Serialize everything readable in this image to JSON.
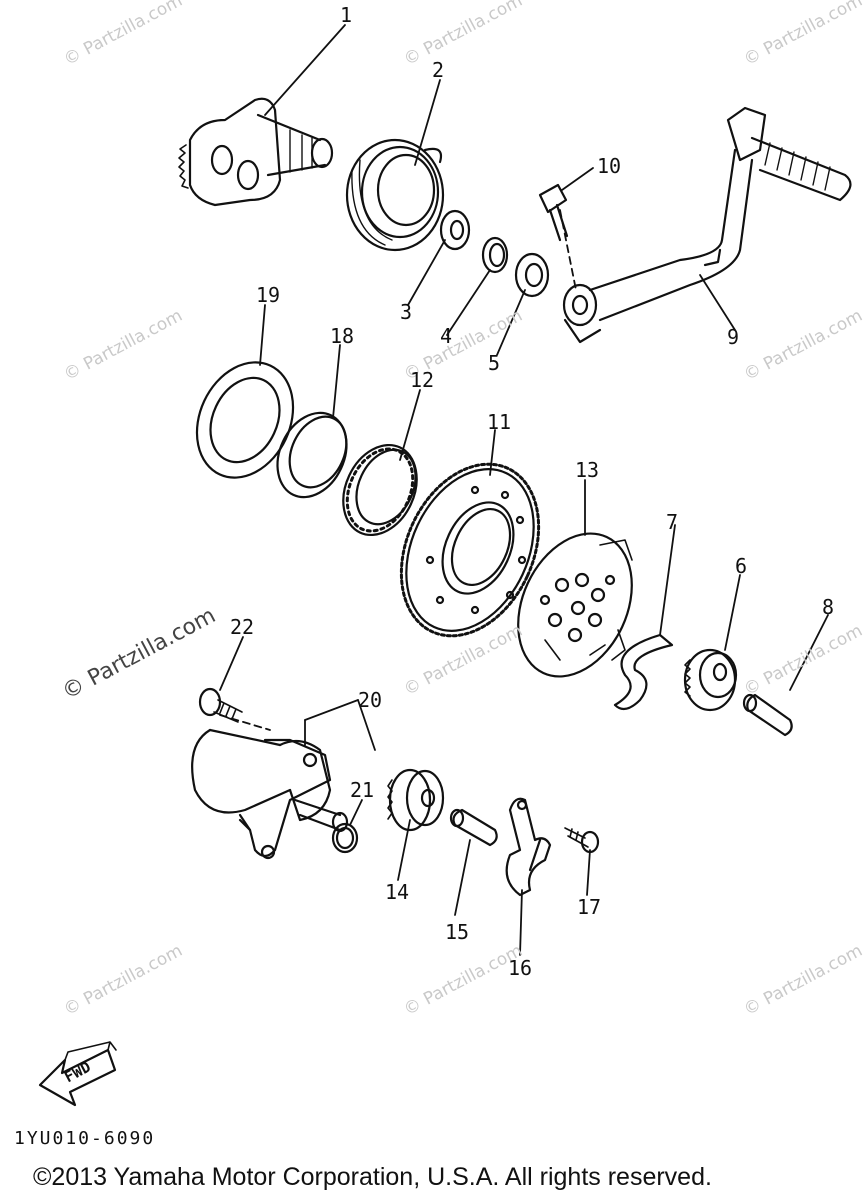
{
  "callouts": {
    "c1": "1",
    "c2": "2",
    "c3": "3",
    "c4": "4",
    "c5": "5",
    "c6": "6",
    "c7": "7",
    "c8": "8",
    "c9": "9",
    "c10": "10",
    "c11": "11",
    "c12": "12",
    "c13": "13",
    "c14": "14",
    "c15": "15",
    "c16": "16",
    "c17": "17",
    "c18": "18",
    "c19": "19",
    "c20": "20",
    "c21": "21",
    "c22": "22"
  },
  "fwd_label": "FWD",
  "diagram_code": "1YU010-6090",
  "watermark_text": "© Partzilla.com",
  "copyright": "©2013 Yamaha Motor Corporation, U.S.A. All rights reserved."
}
